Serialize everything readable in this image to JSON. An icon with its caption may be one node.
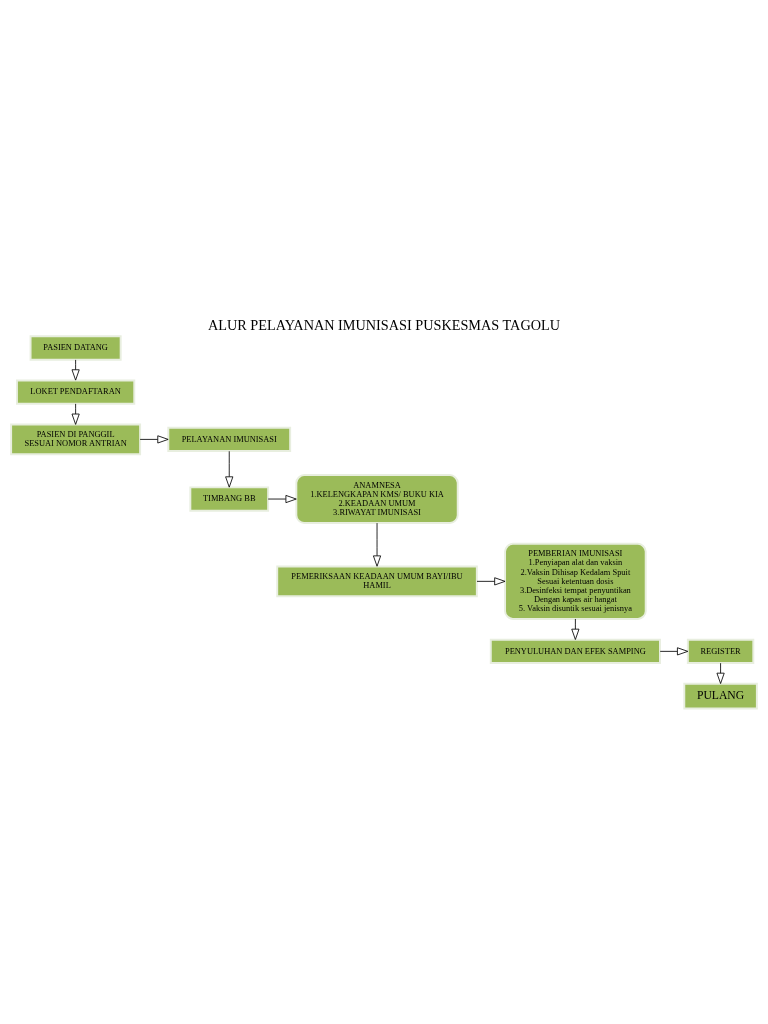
{
  "diagram": {
    "title": "ALUR PELAYANAN IMUNISASI PUSKESMAS TAGOLU",
    "nodes": [
      {
        "text": [
          "PASIEN DATANG"
        ]
      },
      {
        "text": [
          "LOKET PENDAFTARAN"
        ]
      },
      {
        "text": [
          "PASIEN DI PANGGIL",
          "SESUAI NOMOR ANTRIAN"
        ]
      },
      {
        "text": [
          "PELAYANAN IMUNISASI"
        ]
      },
      {
        "text": [
          "TIMBANG BB"
        ]
      },
      {
        "text": [
          "ANAMNESA",
          "1.KELENGKAPAN KMS/ BUKU KIA",
          "2.KEADAAN UMUM",
          "3.RIWAYAT IMUNISASI"
        ]
      },
      {
        "text": [
          "PEMERIKSAAN KEADAAN UMUM BAYI/IBU HAMIL"
        ]
      },
      {
        "text": [
          "PEMBERIAN IMUNISASI",
          "1.Penyiapan alat dan vaksin",
          "2.Vaksin Dihisap Kedalam Spuit Sesuai ketentuan dosis",
          "3.Desinfeksi tempat penyuntikan Dengan kapas air hangat",
          "5. Vaksin disuntik sesuai jenisnya"
        ]
      },
      {
        "text": [
          "PENYULUHAN DAN EFEK SAMPING"
        ]
      },
      {
        "text": [
          "REGISTER"
        ]
      },
      {
        "text": [
          "PULANG"
        ]
      }
    ],
    "edges": [
      {
        "from": 0,
        "to": 1,
        "arrow": "to"
      },
      {
        "from": 1,
        "to": 2,
        "arrow": "to"
      },
      {
        "from": 2,
        "to": 3,
        "arrow": "to"
      },
      {
        "from": 3,
        "to": 4,
        "arrow": "to"
      },
      {
        "from": 4,
        "to": 5,
        "arrow": "to"
      },
      {
        "from": 5,
        "to": 6,
        "arrow": "to"
      },
      {
        "from": 6,
        "to": 7,
        "arrow": "to"
      },
      {
        "from": 7,
        "to": 8,
        "arrow": "to"
      },
      {
        "from": 8,
        "to": 9,
        "arrow": "to"
      },
      {
        "from": 9,
        "to": 10,
        "arrow": "to"
      }
    ]
  }
}
